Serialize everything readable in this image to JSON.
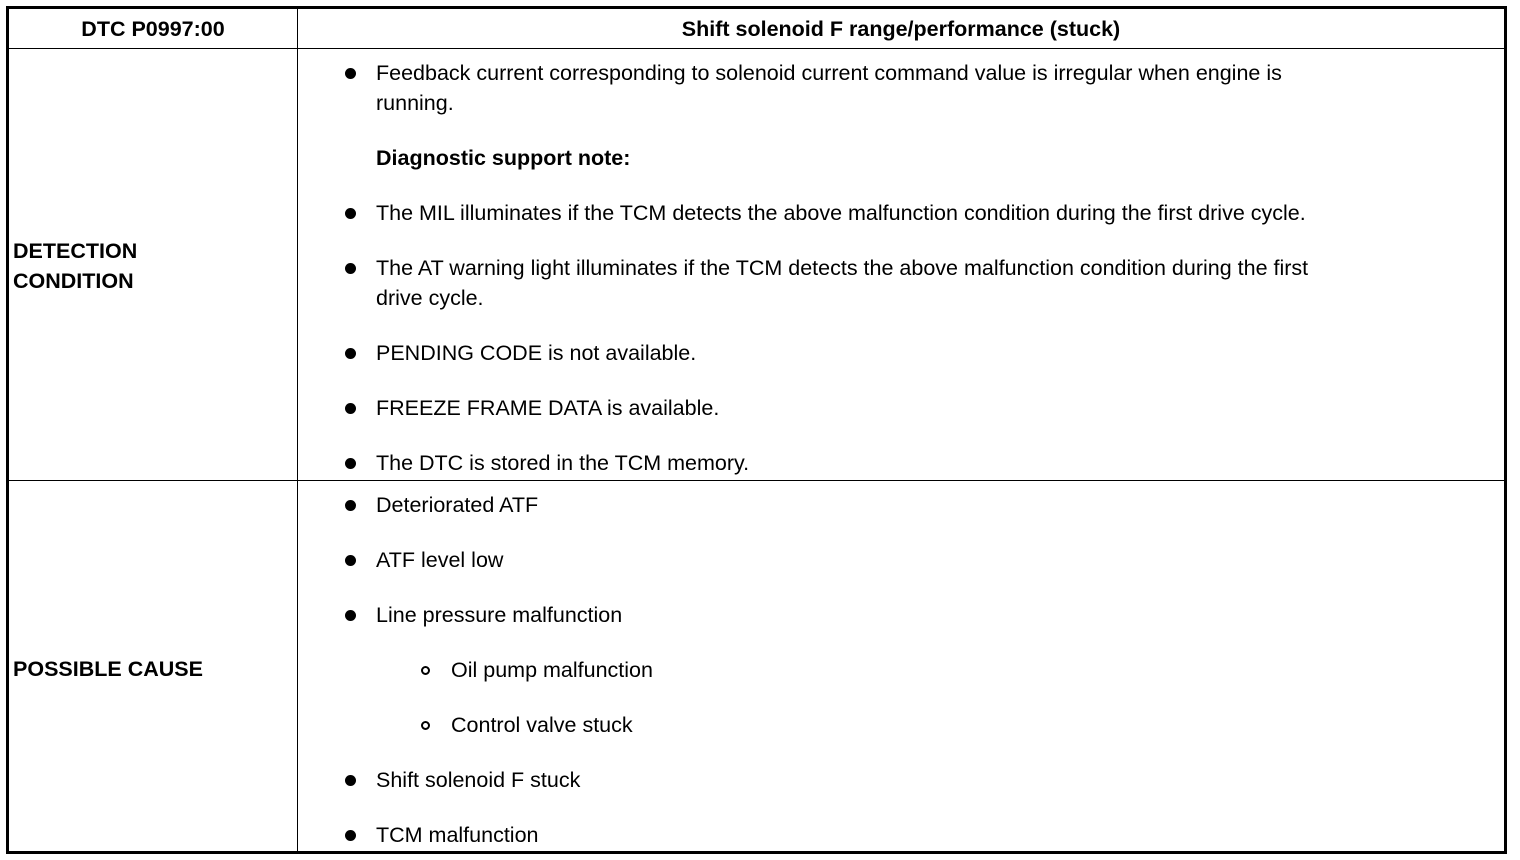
{
  "header": {
    "code": "DTC P0997:00",
    "title": "Shift solenoid F range/performance (stuck)"
  },
  "detection": {
    "label_line1": "DETECTION",
    "label_line2": "CONDITION",
    "item1_line1": "Feedback current corresponding to solenoid current command value is irregular when engine is",
    "item1_line2": "running.",
    "support_note": "Diagnostic support note:",
    "item2": "The MIL illuminates if the TCM detects the above malfunction condition during the first drive cycle.",
    "item3_line1": "The AT warning light illuminates if the TCM detects the above malfunction condition during the first",
    "item3_line2": "drive cycle.",
    "item4": "PENDING CODE is not available.",
    "item5": "FREEZE FRAME DATA is available.",
    "item6": "The DTC is stored in the TCM memory."
  },
  "cause": {
    "label": "POSSIBLE CAUSE",
    "items": [
      "Deteriorated ATF",
      "ATF level low",
      "Line pressure malfunction",
      "Oil pump malfunction",
      "Control valve stuck",
      "Shift solenoid F stuck",
      "TCM malfunction"
    ]
  }
}
